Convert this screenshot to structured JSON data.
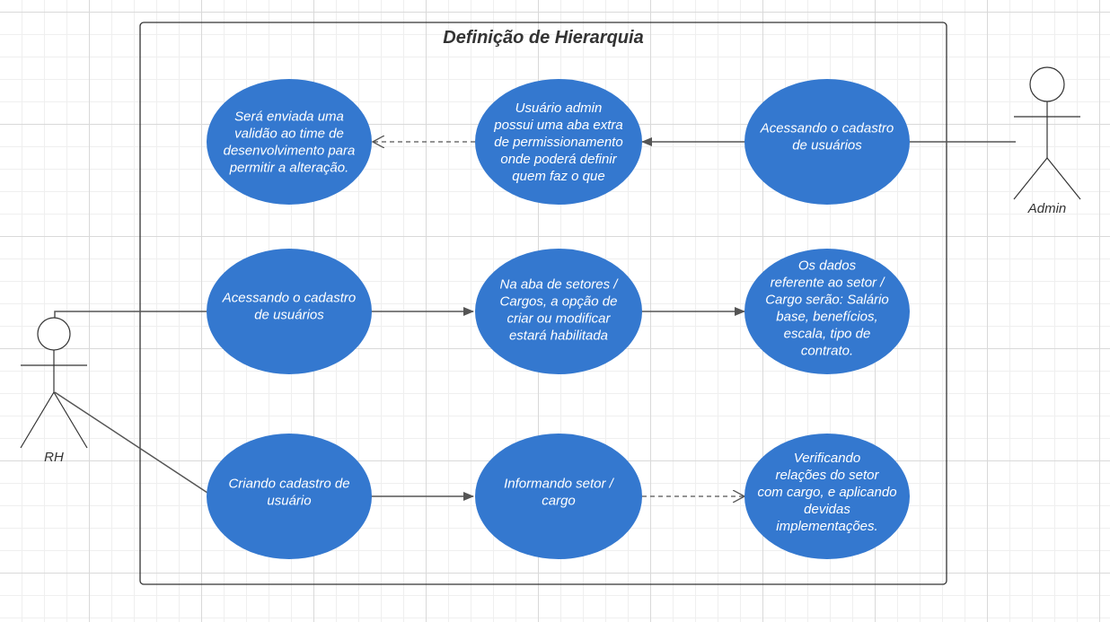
{
  "colors": {
    "usecase_fill": "#3478cf",
    "line": "#555555",
    "boundary": "#333333"
  },
  "diagram": {
    "title": "Definição de Hierarquia",
    "actors": {
      "admin": "Admin",
      "rh": "RH"
    },
    "usecases": {
      "uc1": [
        "Será enviada uma",
        "validão ao time de",
        "desenvolvimento para",
        "permitir a alteração."
      ],
      "uc2": [
        "Usuário admin",
        "possui uma aba extra",
        "de permissionamento",
        "onde poderá definir",
        "quem faz o que"
      ],
      "uc3": [
        "Acessando o cadastro",
        "de usuários"
      ],
      "uc4": [
        "Acessando o cadastro",
        "de usuários"
      ],
      "uc5": [
        "Na aba de setores /",
        "Cargos, a opção de",
        "criar ou modificar",
        "estará habilitada"
      ],
      "uc6": [
        "Os dados",
        "referente ao setor /",
        "Cargo serão: Salário",
        "base, benefícios,",
        "escala, tipo de",
        "contrato."
      ],
      "uc7": [
        "Criando cadastro de",
        "usuário"
      ],
      "uc8": [
        "Informando setor /",
        "cargo"
      ],
      "uc9": [
        "Verificando",
        "relações do setor",
        "com cargo, e aplicando",
        "devidas",
        "implementações."
      ]
    }
  }
}
